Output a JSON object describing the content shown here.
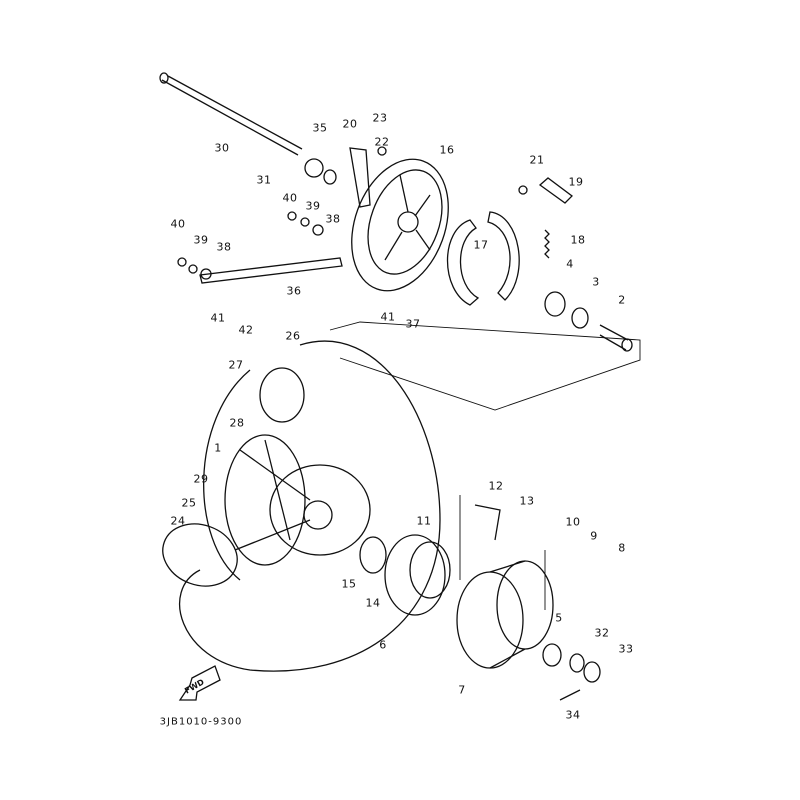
{
  "diagram": {
    "part_labels": [
      "30",
      "35",
      "20",
      "23",
      "22",
      "16",
      "21",
      "19",
      "31",
      "40",
      "39",
      "38",
      "40",
      "39",
      "38",
      "17",
      "18",
      "4",
      "3",
      "2",
      "36",
      "41",
      "42",
      "41",
      "37",
      "26",
      "27",
      "28",
      "1",
      "29",
      "25",
      "24",
      "12",
      "13",
      "11",
      "10",
      "9",
      "8",
      "15",
      "14",
      "5",
      "32",
      "33",
      "6",
      "7",
      "34"
    ],
    "fwd_label": "FWD",
    "drawing_code": "3JB1010-9300"
  }
}
